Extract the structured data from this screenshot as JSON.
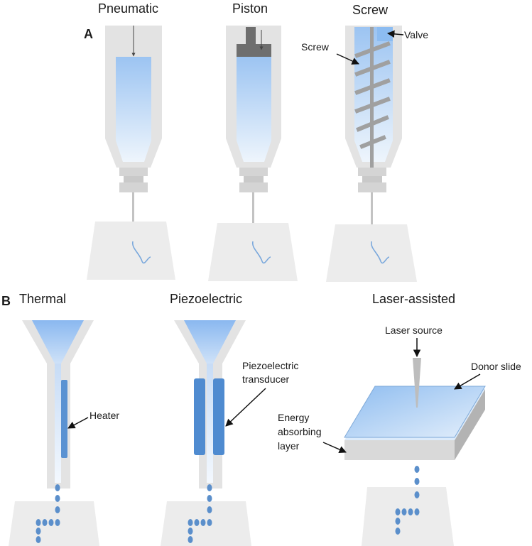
{
  "panels": {
    "a": "A",
    "b": "B"
  },
  "extrusion": {
    "pneumatic": {
      "title": "Pneumatic"
    },
    "piston": {
      "title": "Piston"
    },
    "screw": {
      "title": "Screw",
      "screw_label": "Screw",
      "valve_label": "Valve"
    }
  },
  "droplet": {
    "thermal": {
      "title": "Thermal",
      "heater_label": "Heater"
    },
    "piezo": {
      "title": "Piezoelectric",
      "transducer_label_1": "Piezoelectric",
      "transducer_label_2": "transducer"
    },
    "laser": {
      "title": "Laser-assisted",
      "source_label": "Laser source",
      "donor_label": "Donor slide",
      "energy_label_1": "Energy",
      "energy_label_2": "absorbing",
      "energy_label_3": "layer"
    }
  },
  "colors": {
    "syringe_body": "#e3e3e3",
    "ink_top": "#9cc4f2",
    "ink_bottom": "#e6f0fb",
    "plate": "#ececec",
    "droplet": "#5b8fcb",
    "transducer": "#4f8bd0",
    "piston_dark": "#6e6e6e",
    "screw_thread": "#a0a0a0"
  }
}
